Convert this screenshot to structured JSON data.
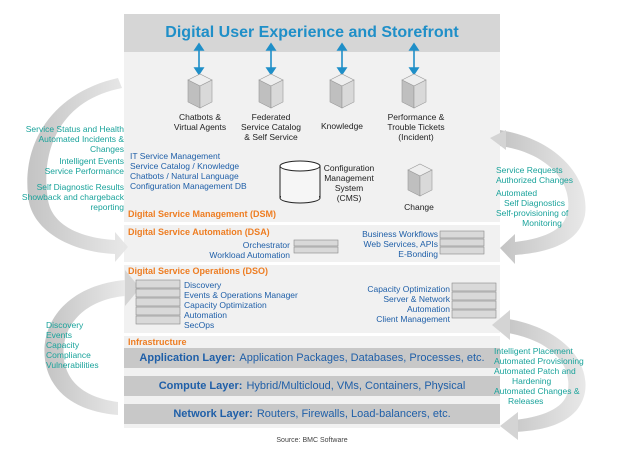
{
  "header": {
    "title": "Digital User Experience and Storefront"
  },
  "top_nodes": [
    {
      "label": "Chatbots &\nVirtual Agents"
    },
    {
      "label": "Federated\nService Catalog\n& Self Service"
    },
    {
      "label": "Knowledge"
    },
    {
      "label": "Performance &\nTrouble Tickets\n(Incident)"
    }
  ],
  "cms": {
    "label": "Configuration\nManagement\nSystem\n(CMS)"
  },
  "change": {
    "label": "Change"
  },
  "dsm": {
    "title": "Digital Service Management (DSM)",
    "items": [
      "IT Service Management",
      "Service Catalog / Knowledge",
      "Chatbots / Natural Language",
      "Configuration Management DB"
    ]
  },
  "dsa": {
    "title": "Digital Service Automation (DSA)",
    "left_items": [
      "Orchestrator",
      "Workload Automation"
    ],
    "right_items": [
      "Business Workflows",
      "Web Services, APIs",
      "E-Bonding"
    ]
  },
  "dso": {
    "title": "Digital Service Operations (DSO)",
    "left_items": [
      "Discovery",
      "Events & Operations Manager",
      "Capacity Optimization",
      "Automation",
      "SecOps"
    ],
    "right_items": [
      "Capacity Optimization",
      "Server & Network",
      "Automation",
      "Client Management"
    ]
  },
  "infrastructure": {
    "title": "Infrastructure",
    "layers": [
      {
        "name": "Application Layer:",
        "text": "Application Packages, Databases, Processes, etc."
      },
      {
        "name": "Compute Layer:",
        "text": "Hybrid/Multicloud, VMs, Containers, Physical"
      },
      {
        "name": "Network Layer:",
        "text": "Routers, Firewalls, Load-balancers, etc."
      }
    ]
  },
  "left_upper_labels": [
    "Service Status and Health",
    "Automated Incidents &",
    "Changes",
    "Intelligent Events",
    "Service Performance",
    "Self Diagnostic Results",
    "Showback and chargeback",
    "reporting"
  ],
  "left_lower_labels": [
    "Discovery",
    "Events",
    "Capacity",
    "Compliance",
    "Vulnerabilities"
  ],
  "right_upper_labels": [
    "Service Requests",
    "Authorized Changes",
    "Automated",
    "Self Diagnostics",
    "Self-provisioning of",
    "Monitoring"
  ],
  "right_lower_labels": [
    "Intelligent Placement",
    "Automated Provisioning",
    "Automated Patch and",
    "Hardening",
    "Automated Changes &",
    "Releases"
  ],
  "source": "Source: BMC Software",
  "colors": {
    "title_blue": "#1f8fc8",
    "orange": "#ee7d22",
    "teal": "#1aa39b",
    "text_blue": "#1f5fa8"
  }
}
